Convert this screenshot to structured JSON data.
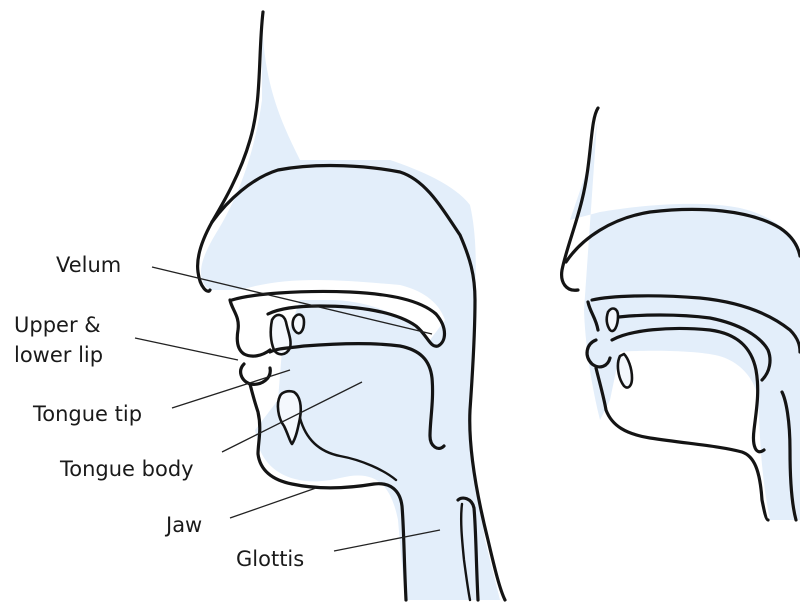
{
  "labels": {
    "velum": "Velum",
    "lip_line1": "Upper &",
    "lip_line2": "lower lip",
    "tongue_tip": "Tongue tip",
    "tongue_body": "Tongue body",
    "jaw": "Jaw",
    "glottis": "Glottis"
  },
  "colors": {
    "airway_fill": "#e3eefa",
    "outline": "#141414"
  }
}
